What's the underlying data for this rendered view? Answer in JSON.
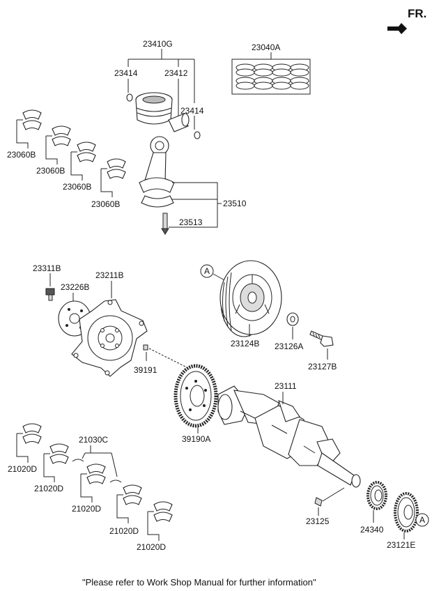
{
  "header": {
    "direction_label": "FR."
  },
  "labels": {
    "piston_assy": "23410G",
    "snap_ring_left": "23414",
    "piston_pin": "23412",
    "snap_ring_right": "23414",
    "piston_ring_set": "23040A",
    "conn_bearing_1": "23060B",
    "conn_bearing_2": "23060B",
    "conn_bearing_3": "23060B",
    "conn_bearing_4": "23060B",
    "conn_rod_assy": "23510",
    "conn_rod_bolt": "23513",
    "bolt_flywheel": "23311B",
    "spacer": "23226B",
    "drive_plate": "23211B",
    "pin": "39191",
    "damper_pulley": "23124B",
    "washer": "23126A",
    "pulley_bolt": "23127B",
    "crankshaft": "23111",
    "ring_gear": "39190A",
    "thrust_bearing": "21030C",
    "main_bearing_1": "21020D",
    "main_bearing_2": "21020D",
    "main_bearing_3": "21020D",
    "main_bearing_4": "21020D",
    "main_bearing_5": "21020D",
    "key": "23125",
    "sprocket": "24340",
    "crank_sprocket": "23121E",
    "ref_a_top": "A",
    "ref_a_bottom": "A"
  },
  "footer": {
    "note": "\"Please refer to Work Shop Manual for further information\""
  }
}
